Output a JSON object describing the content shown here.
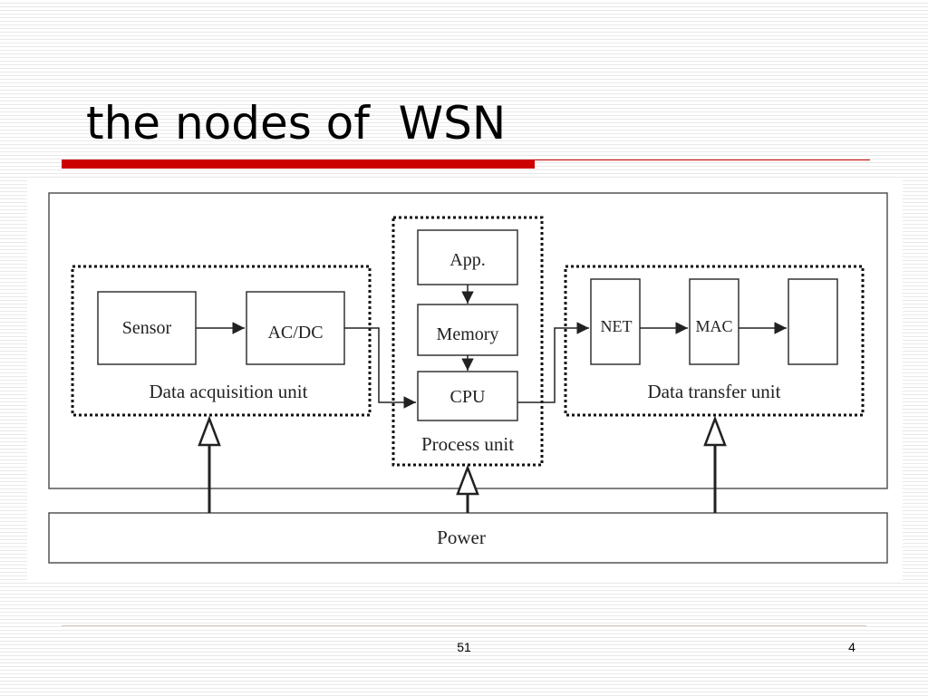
{
  "slide": {
    "title": "the nodes of  WSN",
    "footer_center": "51",
    "page_number": "4"
  },
  "diagram": {
    "data_acquisition_unit": {
      "label": "Data acquisition unit",
      "sensor": "Sensor",
      "acdc": "AC/DC"
    },
    "process_unit": {
      "label": "Process unit",
      "app": "App.",
      "memory": "Memory",
      "cpu": "CPU"
    },
    "data_transfer_unit": {
      "label": "Data transfer unit",
      "net": "NET",
      "mac": "MAC",
      "phy": ""
    },
    "power": "Power"
  },
  "colors": {
    "accent_red": "#cc0000"
  }
}
